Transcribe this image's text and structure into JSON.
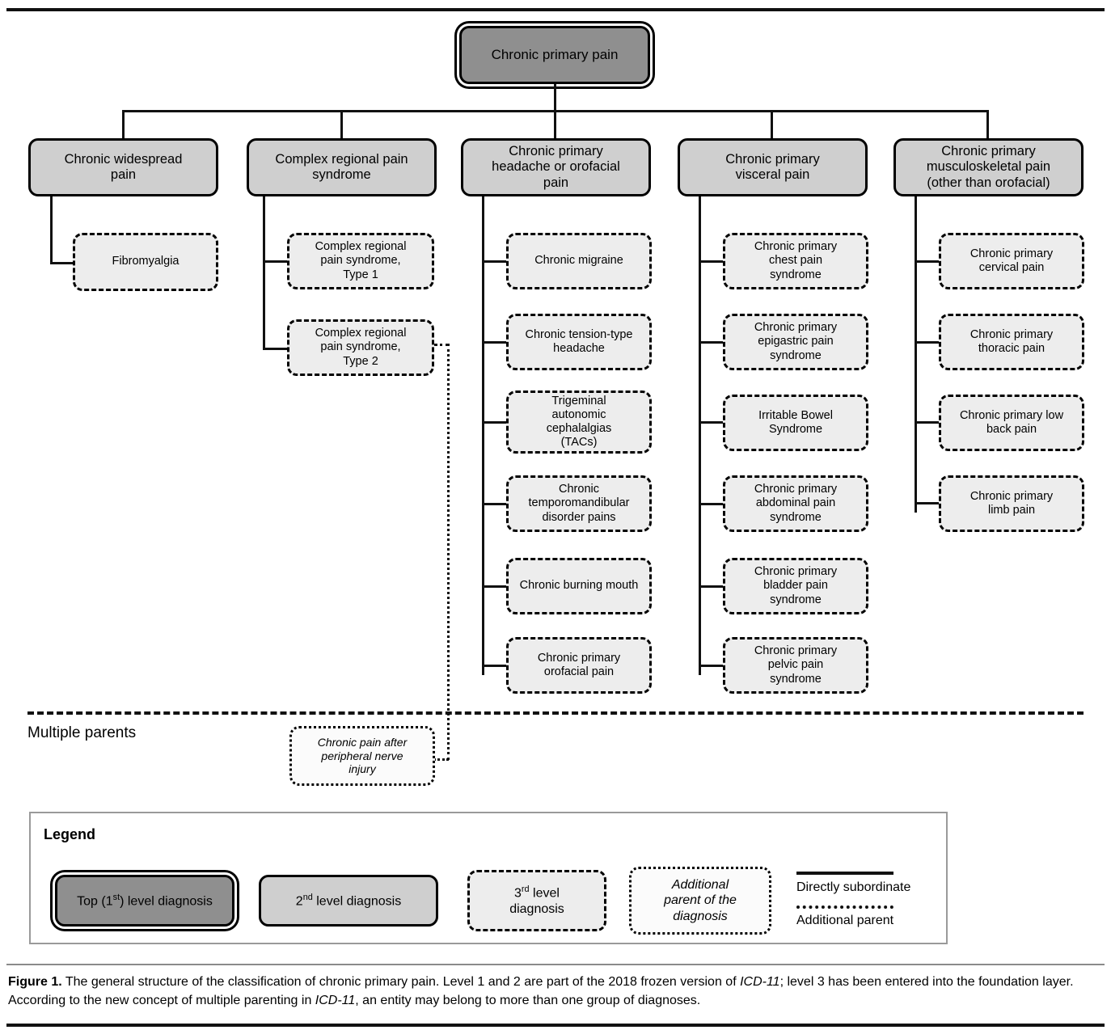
{
  "figure": {
    "root": {
      "label": "Chronic primary pain"
    },
    "branches": [
      {
        "label": "Chronic widespread\npain",
        "children": [
          {
            "label": "Fibromyalgia"
          }
        ]
      },
      {
        "label": "Complex regional pain\nsyndrome",
        "children": [
          {
            "label": "Complex regional\npain syndrome,\nType 1"
          },
          {
            "label": "Complex regional\npain syndrome,\nType 2"
          }
        ]
      },
      {
        "label": "Chronic primary\nheadache or orofacial\npain",
        "children": [
          {
            "label": "Chronic migraine"
          },
          {
            "label": "Chronic tension-type\nheadache"
          },
          {
            "label": "Trigeminal\nautonomic\ncephalalgias\n(TACs)"
          },
          {
            "label": "Chronic\ntemporomandibular\ndisorder pains"
          },
          {
            "label": "Chronic burning mouth"
          },
          {
            "label": "Chronic primary\norofacial pain"
          }
        ]
      },
      {
        "label": "Chronic primary\nvisceral pain",
        "children": [
          {
            "label": "Chronic primary\nchest pain\nsyndrome"
          },
          {
            "label": "Chronic primary\nepigastric pain\nsyndrome"
          },
          {
            "label": "Irritable Bowel\nSyndrome"
          },
          {
            "label": "Chronic primary\nabdominal pain\nsyndrome"
          },
          {
            "label": "Chronic primary\nbladder pain\nsyndrome"
          },
          {
            "label": "Chronic primary\npelvic pain\nsyndrome"
          }
        ]
      },
      {
        "label": "Chronic primary\nmusculoskeletal pain\n(other than orofacial)",
        "children": [
          {
            "label": "Chronic primary\ncervical pain"
          },
          {
            "label": "Chronic primary\nthoracic pain"
          },
          {
            "label": "Chronic primary low\nback pain"
          },
          {
            "label": "Chronic primary\nlimb pain"
          }
        ]
      }
    ],
    "multiple_parents": {
      "section_label": "Multiple parents",
      "node": {
        "label": "Chronic pain after\nperipheral nerve\ninjury"
      }
    }
  },
  "legend": {
    "title": "Legend",
    "samples": [
      {
        "prefix": "Top (1",
        "sup": "st",
        "suffix": ")  level diagnosis"
      },
      {
        "prefix": "2",
        "sup": "nd",
        "suffix": " level diagnosis"
      },
      {
        "prefix": "3",
        "sup": "rd",
        "suffix": " level\ndiagnosis"
      },
      {
        "label": "Additional\nparent of the\ndiagnosis"
      }
    ],
    "lines": [
      {
        "label": "Directly subordinate"
      },
      {
        "label": "Additional parent"
      }
    ]
  },
  "caption": {
    "label": "Figure 1.",
    "part1": " The general structure of the classification of chronic primary pain. Level 1 and 2 are part of the 2018 frozen version of ",
    "em1": "ICD-11",
    "part2": "; level 3 has been entered into the foundation layer. According to the new concept of multiple parenting in ",
    "em2": "ICD-11",
    "part3": ", an entity may belong to more than one group of diagnoses."
  },
  "colors": {
    "level1_fill": "#8f8f8f",
    "level2_fill": "#cfcfcf",
    "level3_fill": "#ededed",
    "extra_fill": "#fbfbfb",
    "stroke": "#111111"
  }
}
